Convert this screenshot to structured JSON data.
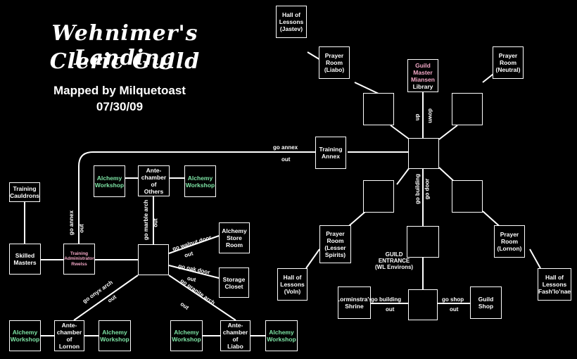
{
  "title": {
    "line1": "Wehnimer's Landing",
    "line2": "Cleric Guild",
    "credit": "Mapped by Milquetoast",
    "date": "07/30/09"
  },
  "rooms": {
    "hall_jastev": "Hall of\nLessons\n(Jastev)",
    "prayer_liabo": "Prayer\nRoom\n(Liabo)",
    "prayer_neutral": "Prayer\nRoom\n(Neutral)",
    "library_master": "Guild\nMaster\nMiansen",
    "library_name": "Library",
    "training_annex": "Training\nAnnex",
    "alchemy_workshop": "Alchemy\nWorkshop",
    "antechamber_others": "Ante-\nchamber\nof\nOthers",
    "training_cauldrons": "Training\nCauldrons",
    "skilled_masters": "Skilled\nMasters",
    "training_admin": "Training\nAdministrator\nRwelss",
    "alchemy_store": "Alchemy\nStore\nRoom",
    "storage_closet": "Storage\nCloset",
    "antechamber_lornon": "Ante-\nchamber\nof\nLornon",
    "antechamber_liabo": "Ante-\nchamber\nof\nLiabo",
    "prayer_lesser": "Prayer\nRoom\n(Lesser\nSpirits)",
    "prayer_lornon": "Prayer\nRoom\n(Lornon)",
    "hall_voln": "Hall of\nLessons\n(Voln)",
    "hall_fashlonae": "Hall of\nLessons\n(Fash'lo'nae)",
    "lorminstra": "Lorminstra's\nShrine",
    "guild_shop": "Guild\nShop",
    "guild_entrance": "GUILD\nENTRANCE\n(WL Environs)"
  },
  "labels": {
    "go_annex": "go annex",
    "out": "out",
    "up": "up",
    "down": "down",
    "go_building": "go building",
    "go_door": "go door",
    "go_marble_arch": "go marble arch",
    "go_walnut_door": "go walnut door",
    "go_oak_door": "go oak door",
    "go_onyx_arch": "go onyx arch",
    "go_granite_arch": "go granite arch",
    "go_shop": "go shop"
  },
  "colors": {
    "background": "#000000",
    "line": "#ffffff",
    "alchemy": "#7ee6a6",
    "guildmaster": "#f4a9c8"
  }
}
